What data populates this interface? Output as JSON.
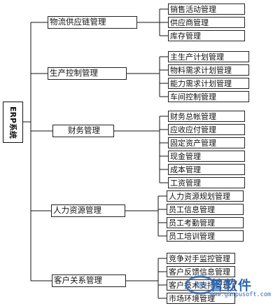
{
  "root": {
    "label": "ERP系统"
  },
  "modules": [
    {
      "label": "物流供应链管理",
      "items": [
        "销售活动管理",
        "供应商管理",
        "库存管理"
      ]
    },
    {
      "label": "生产控制管理",
      "items": [
        "主生产计划管理",
        "物料需求计划管理",
        "能力需求计划管理",
        "车间控制管理"
      ]
    },
    {
      "label": "财务管理",
      "items": [
        "财务总帐管理",
        "应收应付管理",
        "固定资产管理",
        "现金管理",
        "成本管理",
        "工资管理"
      ]
    },
    {
      "label": "人力资源管理",
      "items": [
        "人力资源规划管理",
        "员工信息管理",
        "员工考勤管理",
        "员工培训管理"
      ]
    },
    {
      "label": "客户关系管理",
      "items": [
        "竞争对手监控管理",
        "客户反馈信息管理",
        "客户技术支持管理",
        "市场环境管理"
      ]
    }
  ],
  "watermark": {
    "brand": "曾软件",
    "url": "www.ganpusoft.com"
  }
}
